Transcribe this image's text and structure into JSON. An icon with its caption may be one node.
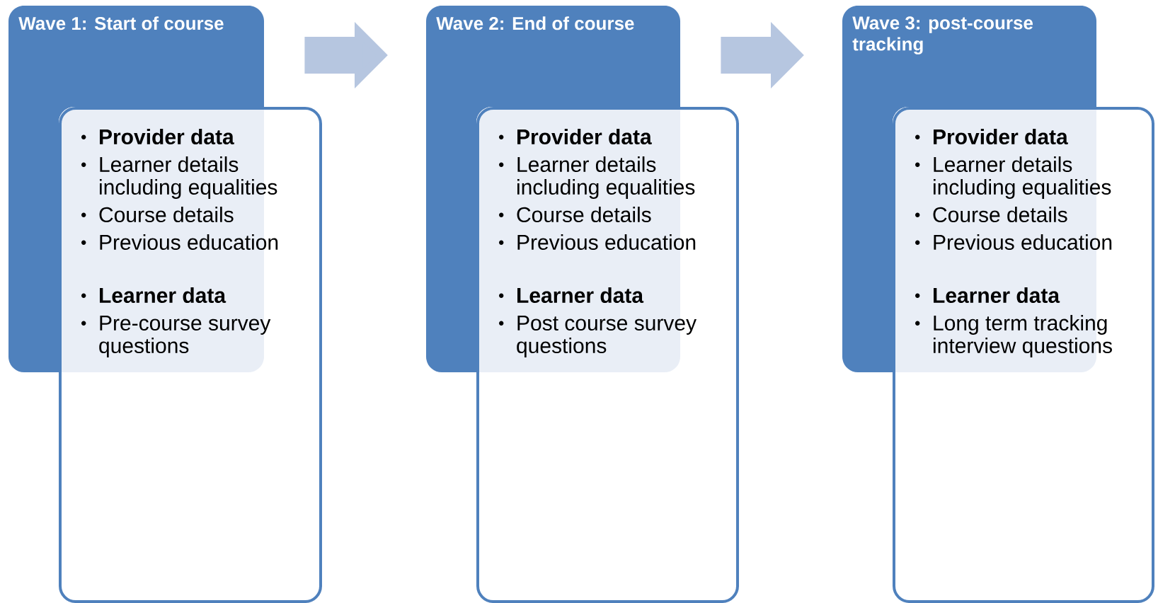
{
  "diagram": {
    "nodes": [
      {
        "text": [
          "Wave 1: Start of course"
        ]
      },
      {
        "text": [
          "Provider data",
          "Learner details including equalities",
          "Course details",
          "Previous education",
          "Learner data",
          "Pre-course survey questions"
        ]
      },
      {
        "text": [
          "Wave 2: End of course"
        ]
      },
      {
        "text": [
          "Provider data",
          "Learner details including equalities",
          "Course details",
          "Previous education",
          "Learner data",
          "Post course survey questions"
        ]
      },
      {
        "text": [
          "Wave 3: post-course tracking"
        ]
      },
      {
        "text": [
          "Provider data",
          "Learner details including equalities",
          "Course details",
          "Previous education",
          "Learner data",
          "Long term tracking interview questions"
        ]
      }
    ],
    "edges": [
      {
        "from": 0,
        "to": 2,
        "arrow": "to"
      },
      {
        "from": 2,
        "to": 4,
        "arrow": "to"
      }
    ]
  }
}
